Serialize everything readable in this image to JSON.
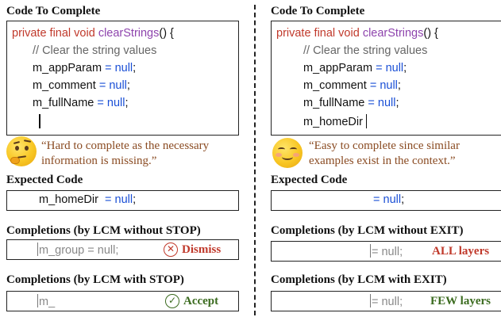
{
  "left": {
    "code_heading": "Code To Complete",
    "code": {
      "kw": "private final void",
      "fn": "clearStrings",
      "sig_end": "() {",
      "comment": "// Clear the string values",
      "lines": [
        {
          "name": "m_appParam",
          "op": "=",
          "val": "null",
          "end": ";"
        },
        {
          "name": "m_comment",
          "op": "=",
          "val": "null",
          "end": ";"
        },
        {
          "name": "m_fullName",
          "op": "=",
          "val": "null",
          "end": ";"
        }
      ]
    },
    "quote": [
      "“Hard to complete as the necessary",
      "information is missing.”"
    ],
    "expected_heading": "Expected Code",
    "expected": {
      "name": "m_homeDir",
      "op": "=",
      "val": "null",
      "end": ";"
    },
    "comp1_heading": "Completions (by LCM without STOP)",
    "comp1": {
      "text": "m_group  = null;",
      "icon_label": "ⓧ",
      "tag": "Dismiss"
    },
    "comp2_heading": "Completions (by LCM with STOP)",
    "comp2": {
      "text": "m_",
      "icon_label": "✓",
      "tag": "Accept"
    }
  },
  "right": {
    "code_heading": "Code To Complete",
    "code": {
      "kw": "private final void",
      "fn": "clearStrings",
      "sig_end": "() {",
      "comment": "// Clear the string values",
      "lines": [
        {
          "name": "m_appParam",
          "op": "=",
          "val": "null",
          "end": ";"
        },
        {
          "name": "m_comment",
          "op": "=",
          "val": "null",
          "end": ";"
        },
        {
          "name": "m_fullName",
          "op": "=",
          "val": "null",
          "end": ";"
        }
      ],
      "partial": "m_homeDir"
    },
    "quote": [
      "“Easy to complete since similar",
      "examples exist in the context.”"
    ],
    "expected_heading": "Expected Code",
    "expected": {
      "op": "=",
      "val": "null",
      "end": ";"
    },
    "comp1_heading": "Completions (by LCM without EXIT)",
    "comp1": {
      "text": "= null;",
      "tag": "ALL layers"
    },
    "comp2_heading": "Completions (by LCM with EXIT)",
    "comp2": {
      "text": "= null;",
      "tag": "FEW layers"
    }
  },
  "colors": {
    "keyword": "#c0392b",
    "function": "#8e44ad",
    "null": "#1a4fd6",
    "quote": "#8a4b22",
    "dismiss": "#c0392b",
    "accept": "#3b6b1f"
  }
}
